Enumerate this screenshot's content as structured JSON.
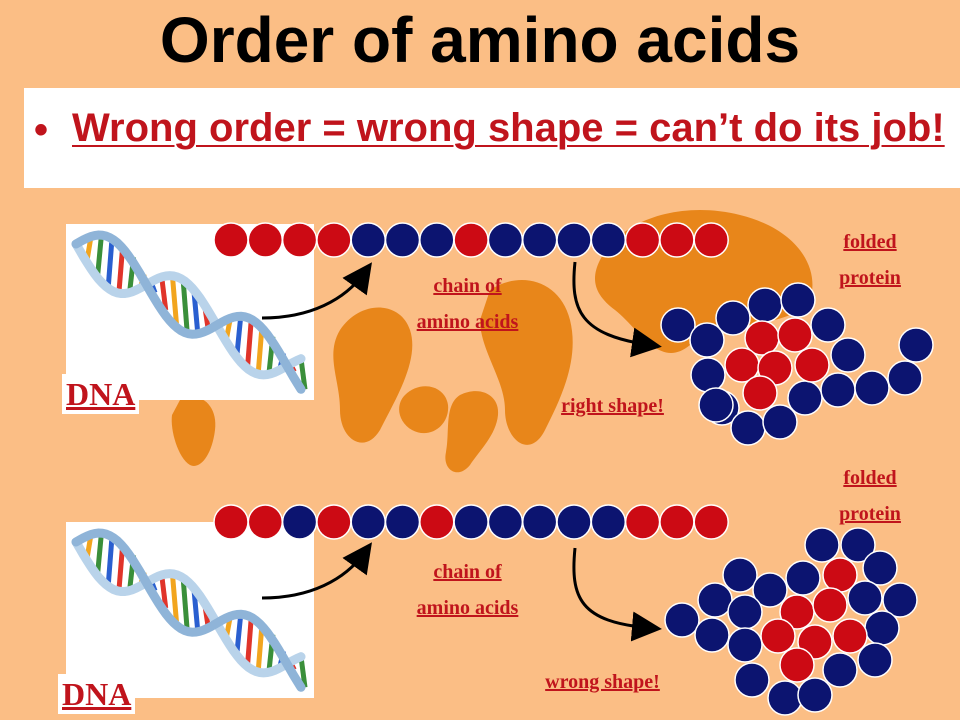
{
  "slide": {
    "title": "Order of amino acids",
    "bullet": "Wrong order = wrong shape = can’t do its job!"
  },
  "rows": [
    {
      "dna_label": "DNA",
      "chain_label_line1": "chain of",
      "chain_label_line2": "amino acids",
      "protein_label_line1": "folded",
      "protein_label_line2": "protein",
      "shape_label": "right shape!",
      "chain_sequence": [
        "red",
        "red",
        "red",
        "red",
        "blue",
        "blue",
        "blue",
        "red",
        "blue",
        "blue",
        "blue",
        "blue",
        "red",
        "red",
        "red"
      ]
    },
    {
      "dna_label": "DNA",
      "chain_label_line1": "chain of",
      "chain_label_line2": "amino acids",
      "protein_label_line1": "folded",
      "protein_label_line2": "protein",
      "shape_label": "wrong shape!",
      "chain_sequence": [
        "red",
        "red",
        "blue",
        "red",
        "blue",
        "blue",
        "red",
        "blue",
        "blue",
        "blue",
        "blue",
        "blue",
        "red",
        "red",
        "red"
      ]
    }
  ],
  "colors": {
    "background": "#fbbe85",
    "blob": "#e8861a",
    "red_bead": "#cc0a14",
    "blue_bead": "#0c1470",
    "label_red": "#c0141c"
  }
}
